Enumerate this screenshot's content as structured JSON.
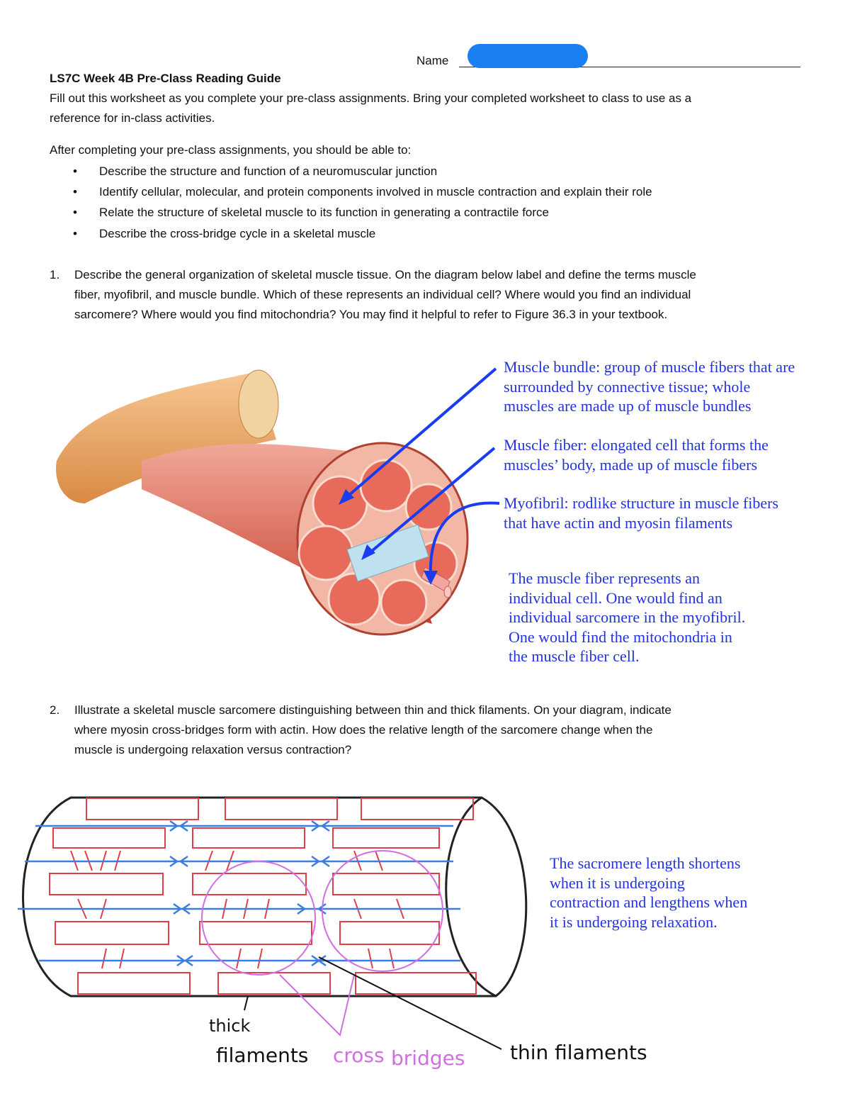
{
  "header": {
    "name_label": "Name",
    "title": "LS7C Week 4B Pre-Class Reading Guide",
    "intro_line1": "Fill out this worksheet as you complete your pre-class assignments. Bring your completed worksheet to class to use as a",
    "intro_line2": "reference for in-class activities."
  },
  "objectives": {
    "lead": "After completing your pre-class assignments, you should be able to:",
    "items": [
      "Describe the structure and function of a neuromuscular junction",
      "Identify cellular, molecular, and protein components involved in muscle contraction and explain their role",
      "Relate the structure of skeletal muscle to its function in generating a contractile force",
      "Describe the cross-bridge cycle in a skeletal muscle"
    ]
  },
  "q1": {
    "number": "1.",
    "lines": [
      "Describe the general organization of skeletal muscle tissue. On the diagram below label and define the terms muscle",
      "fiber, myofibril, and muscle bundle. Which of these represents an individual cell? Where would you find an individual",
      "sarcomere? Where would you find mitochondria? You may find it helpful to refer to Figure 36.3 in your textbook."
    ],
    "annotations": {
      "bundle": [
        "Muscle bundle: group of muscle fibers that are",
        "surrounded by connective tissue; whole",
        "muscles are made up of muscle bundles"
      ],
      "fiber": [
        "Muscle fiber: elongated cell that forms the",
        "muscles’ body, made up of muscle fibers"
      ],
      "myofibril": [
        "Myofibril: rodlike structure in muscle fibers",
        "that have actin and myosin filaments"
      ],
      "answer": [
        "The muscle fiber represents an",
        "individual cell. One would find an",
        "individual sarcomere in the myofibril.",
        "One would find the mitochondria in",
        "the muscle fiber cell."
      ]
    }
  },
  "q2": {
    "number": "2.",
    "lines": [
      "Illustrate a skeletal muscle sarcomere distinguishing between thin and thick filaments. On your diagram, indicate",
      "where myosin cross-bridges form with actin.  How does the relative length of the sarcomere change when the",
      "muscle is undergoing relaxation versus contraction?"
    ],
    "answer": [
      "The sacromere length shortens",
      "when it is undergoing",
      "contraction and lengthens when",
      "it is undergoing relaxation."
    ],
    "labels": {
      "thick1": "thick",
      "thick2": "filaments",
      "cross": "cross",
      "bridges": "bridges",
      "thin": "thin  filaments"
    }
  },
  "colors": {
    "annotation": "#2233dd",
    "arrow": "#1a3cf0",
    "thick": "#e0404a",
    "thin": "#3a7ee0",
    "cross": "#d070e0",
    "redact": "#1a7ff0"
  }
}
